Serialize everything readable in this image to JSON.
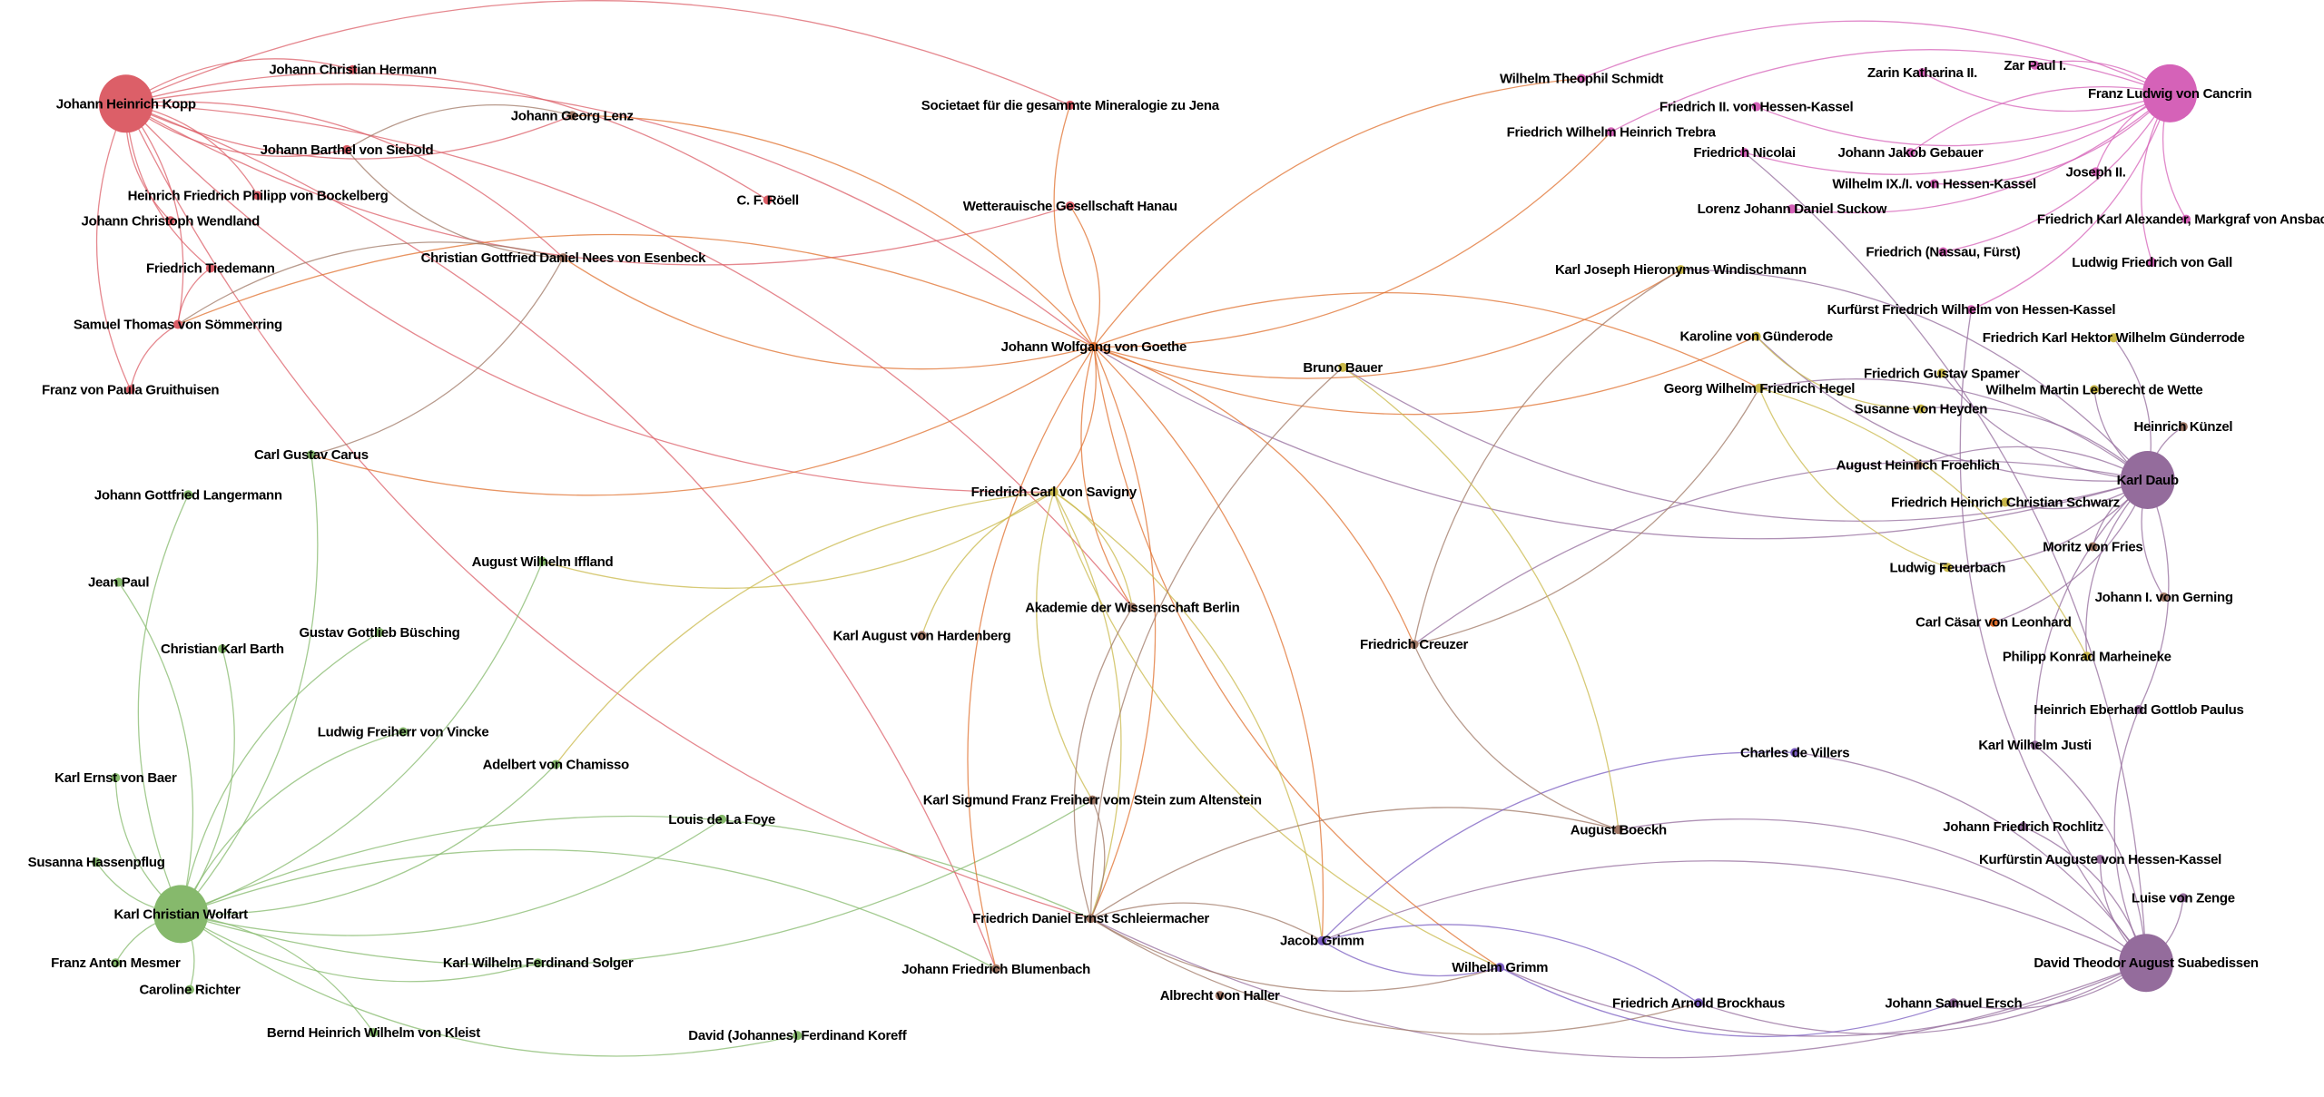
{
  "title": "Correspondence network",
  "groups": {
    "red": "#dc5f68",
    "orange": "#e0702e",
    "pink": "#d562b8",
    "purple": "#946c9c",
    "green": "#86b96c",
    "olive": "#c9b84a",
    "brown": "#a07866",
    "violet": "#7a5cc0"
  },
  "nodes": [
    {
      "label": "Johann Heinrich Kopp",
      "group": "red",
      "hub": true
    },
    {
      "label": "Johann Christian Hermann",
      "group": "red"
    },
    {
      "label": "Johann Georg Lenz",
      "group": "brown"
    },
    {
      "label": "Societaet für die gesammte Mineralogie zu Jena",
      "group": "red"
    },
    {
      "label": "Johann Barthel von Siebold",
      "group": "red"
    },
    {
      "label": "Heinrich Friedrich Philipp von Bockelberg",
      "group": "red"
    },
    {
      "label": "Johann Christoph Wendland",
      "group": "red"
    },
    {
      "label": "C. F. Röell",
      "group": "red"
    },
    {
      "label": "Wetterauische Gesellschaft Hanau",
      "group": "red"
    },
    {
      "label": "Christian Gottfried Daniel Nees von Esenbeck",
      "group": "brown"
    },
    {
      "label": "Friedrich Tiedemann",
      "group": "red"
    },
    {
      "label": "Samuel Thomas von Sömmerring",
      "group": "red"
    },
    {
      "label": "Johann Wolfgang von Goethe",
      "group": "orange"
    },
    {
      "label": "Franz von Paula Gruithuisen",
      "group": "red"
    },
    {
      "label": "Carl Gustav Carus",
      "group": "green"
    },
    {
      "label": "Johann Gottfried Langermann",
      "group": "green"
    },
    {
      "label": "Friedrich Carl von Savigny",
      "group": "olive"
    },
    {
      "label": "Jean Paul",
      "group": "green"
    },
    {
      "label": "August Wilhelm Iffland",
      "group": "green"
    },
    {
      "label": "Gustav Gottlieb Büsching",
      "group": "green"
    },
    {
      "label": "Christian Karl Barth",
      "group": "green"
    },
    {
      "label": "Karl August von Hardenberg",
      "group": "brown"
    },
    {
      "label": "Akademie der Wissenschaft Berlin",
      "group": "brown"
    },
    {
      "label": "Ludwig Freiherr von Vincke",
      "group": "green"
    },
    {
      "label": "Adelbert von Chamisso",
      "group": "green"
    },
    {
      "label": "Karl Ernst von Baer",
      "group": "green"
    },
    {
      "label": "Louis de La Foye",
      "group": "green"
    },
    {
      "label": "Karl Sigmund Franz Freiherr vom Stein zum Altenstein",
      "group": "brown"
    },
    {
      "label": "Susanna Hassenpflug",
      "group": "green"
    },
    {
      "label": "Karl Christian Wolfart",
      "group": "green",
      "hub": true
    },
    {
      "label": "Franz Anton Mesmer",
      "group": "green"
    },
    {
      "label": "Caroline Richter",
      "group": "green"
    },
    {
      "label": "Karl Wilhelm Ferdinand Solger",
      "group": "green"
    },
    {
      "label": "Bernd Heinrich Wilhelm von Kleist",
      "group": "green"
    },
    {
      "label": "David (Johannes) Ferdinand Koreff",
      "group": "green"
    },
    {
      "label": "Friedrich Daniel Ernst Schleiermacher",
      "group": "brown"
    },
    {
      "label": "Johann Friedrich Blumenbach",
      "group": "brown"
    },
    {
      "label": "Albrecht von Haller",
      "group": "brown"
    },
    {
      "label": "Jacob Grimm",
      "group": "violet"
    },
    {
      "label": "Wilhelm Grimm",
      "group": "violet"
    },
    {
      "label": "Friedrich Arnold Brockhaus",
      "group": "violet"
    },
    {
      "label": "August Boeckh",
      "group": "brown"
    },
    {
      "label": "Friedrich Creuzer",
      "group": "brown"
    },
    {
      "label": "Charles de Villers",
      "group": "violet"
    },
    {
      "label": "Bruno Bauer",
      "group": "olive"
    },
    {
      "label": "Wilhelm Theophil Schmidt",
      "group": "pink"
    },
    {
      "label": "Friedrich II. von Hessen-Kassel",
      "group": "pink"
    },
    {
      "label": "Friedrich Wilhelm Heinrich Trebra",
      "group": "pink"
    },
    {
      "label": "Friedrich Nicolai",
      "group": "pink"
    },
    {
      "label": "Johann Jakob Gebauer",
      "group": "pink"
    },
    {
      "label": "Zarin Katharina II.",
      "group": "pink"
    },
    {
      "label": "Zar Paul I.",
      "group": "pink"
    },
    {
      "label": "Franz Ludwig von Cancrin",
      "group": "pink",
      "hub": true
    },
    {
      "label": "Wilhelm IX./I. von Hessen-Kassel",
      "group": "pink"
    },
    {
      "label": "Joseph II.",
      "group": "pink"
    },
    {
      "label": "Lorenz Johann Daniel Suckow",
      "group": "pink"
    },
    {
      "label": "Friedrich Karl Alexander, Markgraf von Ansbach",
      "group": "pink"
    },
    {
      "label": "Friedrich (Nassau, Fürst)",
      "group": "pink"
    },
    {
      "label": "Ludwig Friedrich von Gall",
      "group": "pink"
    },
    {
      "label": "Karl Joseph Hieronymus Windischmann",
      "group": "olive"
    },
    {
      "label": "Kurfürst Friedrich Wilhelm von Hessen-Kassel",
      "group": "pink"
    },
    {
      "label": "Karoline von Günderode",
      "group": "olive"
    },
    {
      "label": "Friedrich Karl Hektor Wilhelm Günderrode",
      "group": "olive"
    },
    {
      "label": "Friedrich Gustav Spamer",
      "group": "olive"
    },
    {
      "label": "Georg Wilhelm Friedrich Hegel",
      "group": "olive"
    },
    {
      "label": "Wilhelm Martin Leberecht de Wette",
      "group": "olive"
    },
    {
      "label": "Susanne von Heyden",
      "group": "olive"
    },
    {
      "label": "Heinrich Künzel",
      "group": "brown"
    },
    {
      "label": "August Heinrich Froehlich",
      "group": "brown"
    },
    {
      "label": "Karl Daub",
      "group": "purple",
      "hub": true
    },
    {
      "label": "Friedrich Heinrich Christian Schwarz",
      "group": "olive"
    },
    {
      "label": "Moritz von Fries",
      "group": "brown"
    },
    {
      "label": "Ludwig Feuerbach",
      "group": "olive"
    },
    {
      "label": "Johann I. von Gerning",
      "group": "brown"
    },
    {
      "label": "Carl Cäsar von Leonhard",
      "group": "orange"
    },
    {
      "label": "Philipp Konrad Marheineke",
      "group": "olive"
    },
    {
      "label": "Heinrich Eberhard Gottlob Paulus",
      "group": "purple"
    },
    {
      "label": "Karl Wilhelm Justi",
      "group": "purple"
    },
    {
      "label": "Johann Friedrich Rochlitz",
      "group": "purple"
    },
    {
      "label": "Kurfürstin Auguste von Hessen-Kassel",
      "group": "purple"
    },
    {
      "label": "Luise von Zenge",
      "group": "purple"
    },
    {
      "label": "David Theodor August Suabedissen",
      "group": "purple",
      "hub": true
    },
    {
      "label": "Johann Samuel Ersch",
      "group": "purple"
    }
  ],
  "edges": [
    [
      0,
      1
    ],
    [
      0,
      2
    ],
    [
      0,
      3
    ],
    [
      0,
      4
    ],
    [
      0,
      5
    ],
    [
      0,
      6
    ],
    [
      0,
      7
    ],
    [
      0,
      8
    ],
    [
      0,
      9
    ],
    [
      0,
      10
    ],
    [
      0,
      11
    ],
    [
      0,
      13
    ],
    [
      0,
      12
    ],
    [
      0,
      16
    ],
    [
      0,
      22
    ],
    [
      0,
      35
    ],
    [
      0,
      36
    ],
    [
      52,
      45
    ],
    [
      52,
      46
    ],
    [
      52,
      47
    ],
    [
      52,
      48
    ],
    [
      52,
      49
    ],
    [
      52,
      50
    ],
    [
      52,
      51
    ],
    [
      52,
      53
    ],
    [
      52,
      54
    ],
    [
      52,
      55
    ],
    [
      52,
      56
    ],
    [
      52,
      57
    ],
    [
      52,
      58
    ],
    [
      52,
      60
    ],
    [
      69,
      59
    ],
    [
      69,
      61
    ],
    [
      69,
      62
    ],
    [
      69,
      63
    ],
    [
      69,
      64
    ],
    [
      69,
      65
    ],
    [
      69,
      66
    ],
    [
      69,
      67
    ],
    [
      69,
      68
    ],
    [
      69,
      70
    ],
    [
      69,
      71
    ],
    [
      69,
      72
    ],
    [
      69,
      73
    ],
    [
      69,
      74
    ],
    [
      69,
      75
    ],
    [
      69,
      76
    ],
    [
      69,
      77
    ],
    [
      69,
      12
    ],
    [
      69,
      42
    ],
    [
      69,
      44
    ],
    [
      81,
      78
    ],
    [
      81,
      79
    ],
    [
      81,
      80
    ],
    [
      81,
      82
    ],
    [
      81,
      77
    ],
    [
      81,
      76
    ],
    [
      81,
      43
    ],
    [
      81,
      39
    ],
    [
      81,
      38
    ],
    [
      81,
      40
    ],
    [
      81,
      41
    ],
    [
      81,
      35
    ],
    [
      81,
      48
    ],
    [
      81,
      60
    ],
    [
      29,
      14
    ],
    [
      29,
      15
    ],
    [
      29,
      17
    ],
    [
      29,
      19
    ],
    [
      29,
      20
    ],
    [
      29,
      23
    ],
    [
      29,
      24
    ],
    [
      29,
      25
    ],
    [
      29,
      26
    ],
    [
      29,
      28
    ],
    [
      29,
      30
    ],
    [
      29,
      31
    ],
    [
      29,
      32
    ],
    [
      29,
      33
    ],
    [
      29,
      34
    ],
    [
      29,
      36
    ],
    [
      29,
      18
    ],
    [
      29,
      35
    ],
    [
      29,
      27
    ],
    [
      12,
      3
    ],
    [
      12,
      8
    ],
    [
      12,
      9
    ],
    [
      12,
      2
    ],
    [
      12,
      16
    ],
    [
      12,
      22
    ],
    [
      12,
      42
    ],
    [
      12,
      59
    ],
    [
      12,
      64
    ],
    [
      12,
      11
    ],
    [
      12,
      14
    ],
    [
      12,
      36
    ],
    [
      12,
      38
    ],
    [
      12,
      39
    ],
    [
      12,
      35
    ],
    [
      12,
      61
    ],
    [
      12,
      45
    ],
    [
      12,
      47
    ],
    [
      16,
      38
    ],
    [
      16,
      39
    ],
    [
      16,
      35
    ],
    [
      16,
      21
    ],
    [
      16,
      22
    ],
    [
      16,
      27
    ],
    [
      16,
      18
    ],
    [
      16,
      24
    ],
    [
      35,
      38
    ],
    [
      35,
      39
    ],
    [
      35,
      41
    ],
    [
      35,
      40
    ],
    [
      35,
      22
    ],
    [
      35,
      27
    ],
    [
      35,
      44
    ],
    [
      38,
      39
    ],
    [
      38,
      40
    ],
    [
      39,
      82
    ],
    [
      38,
      43
    ],
    [
      42,
      64
    ],
    [
      42,
      59
    ],
    [
      42,
      41
    ],
    [
      9,
      14
    ],
    [
      9,
      11
    ],
    [
      9,
      4
    ],
    [
      2,
      4
    ],
    [
      11,
      10
    ],
    [
      11,
      13
    ],
    [
      44,
      41
    ],
    [
      64,
      72
    ],
    [
      64,
      75
    ],
    [
      61,
      66
    ]
  ]
}
